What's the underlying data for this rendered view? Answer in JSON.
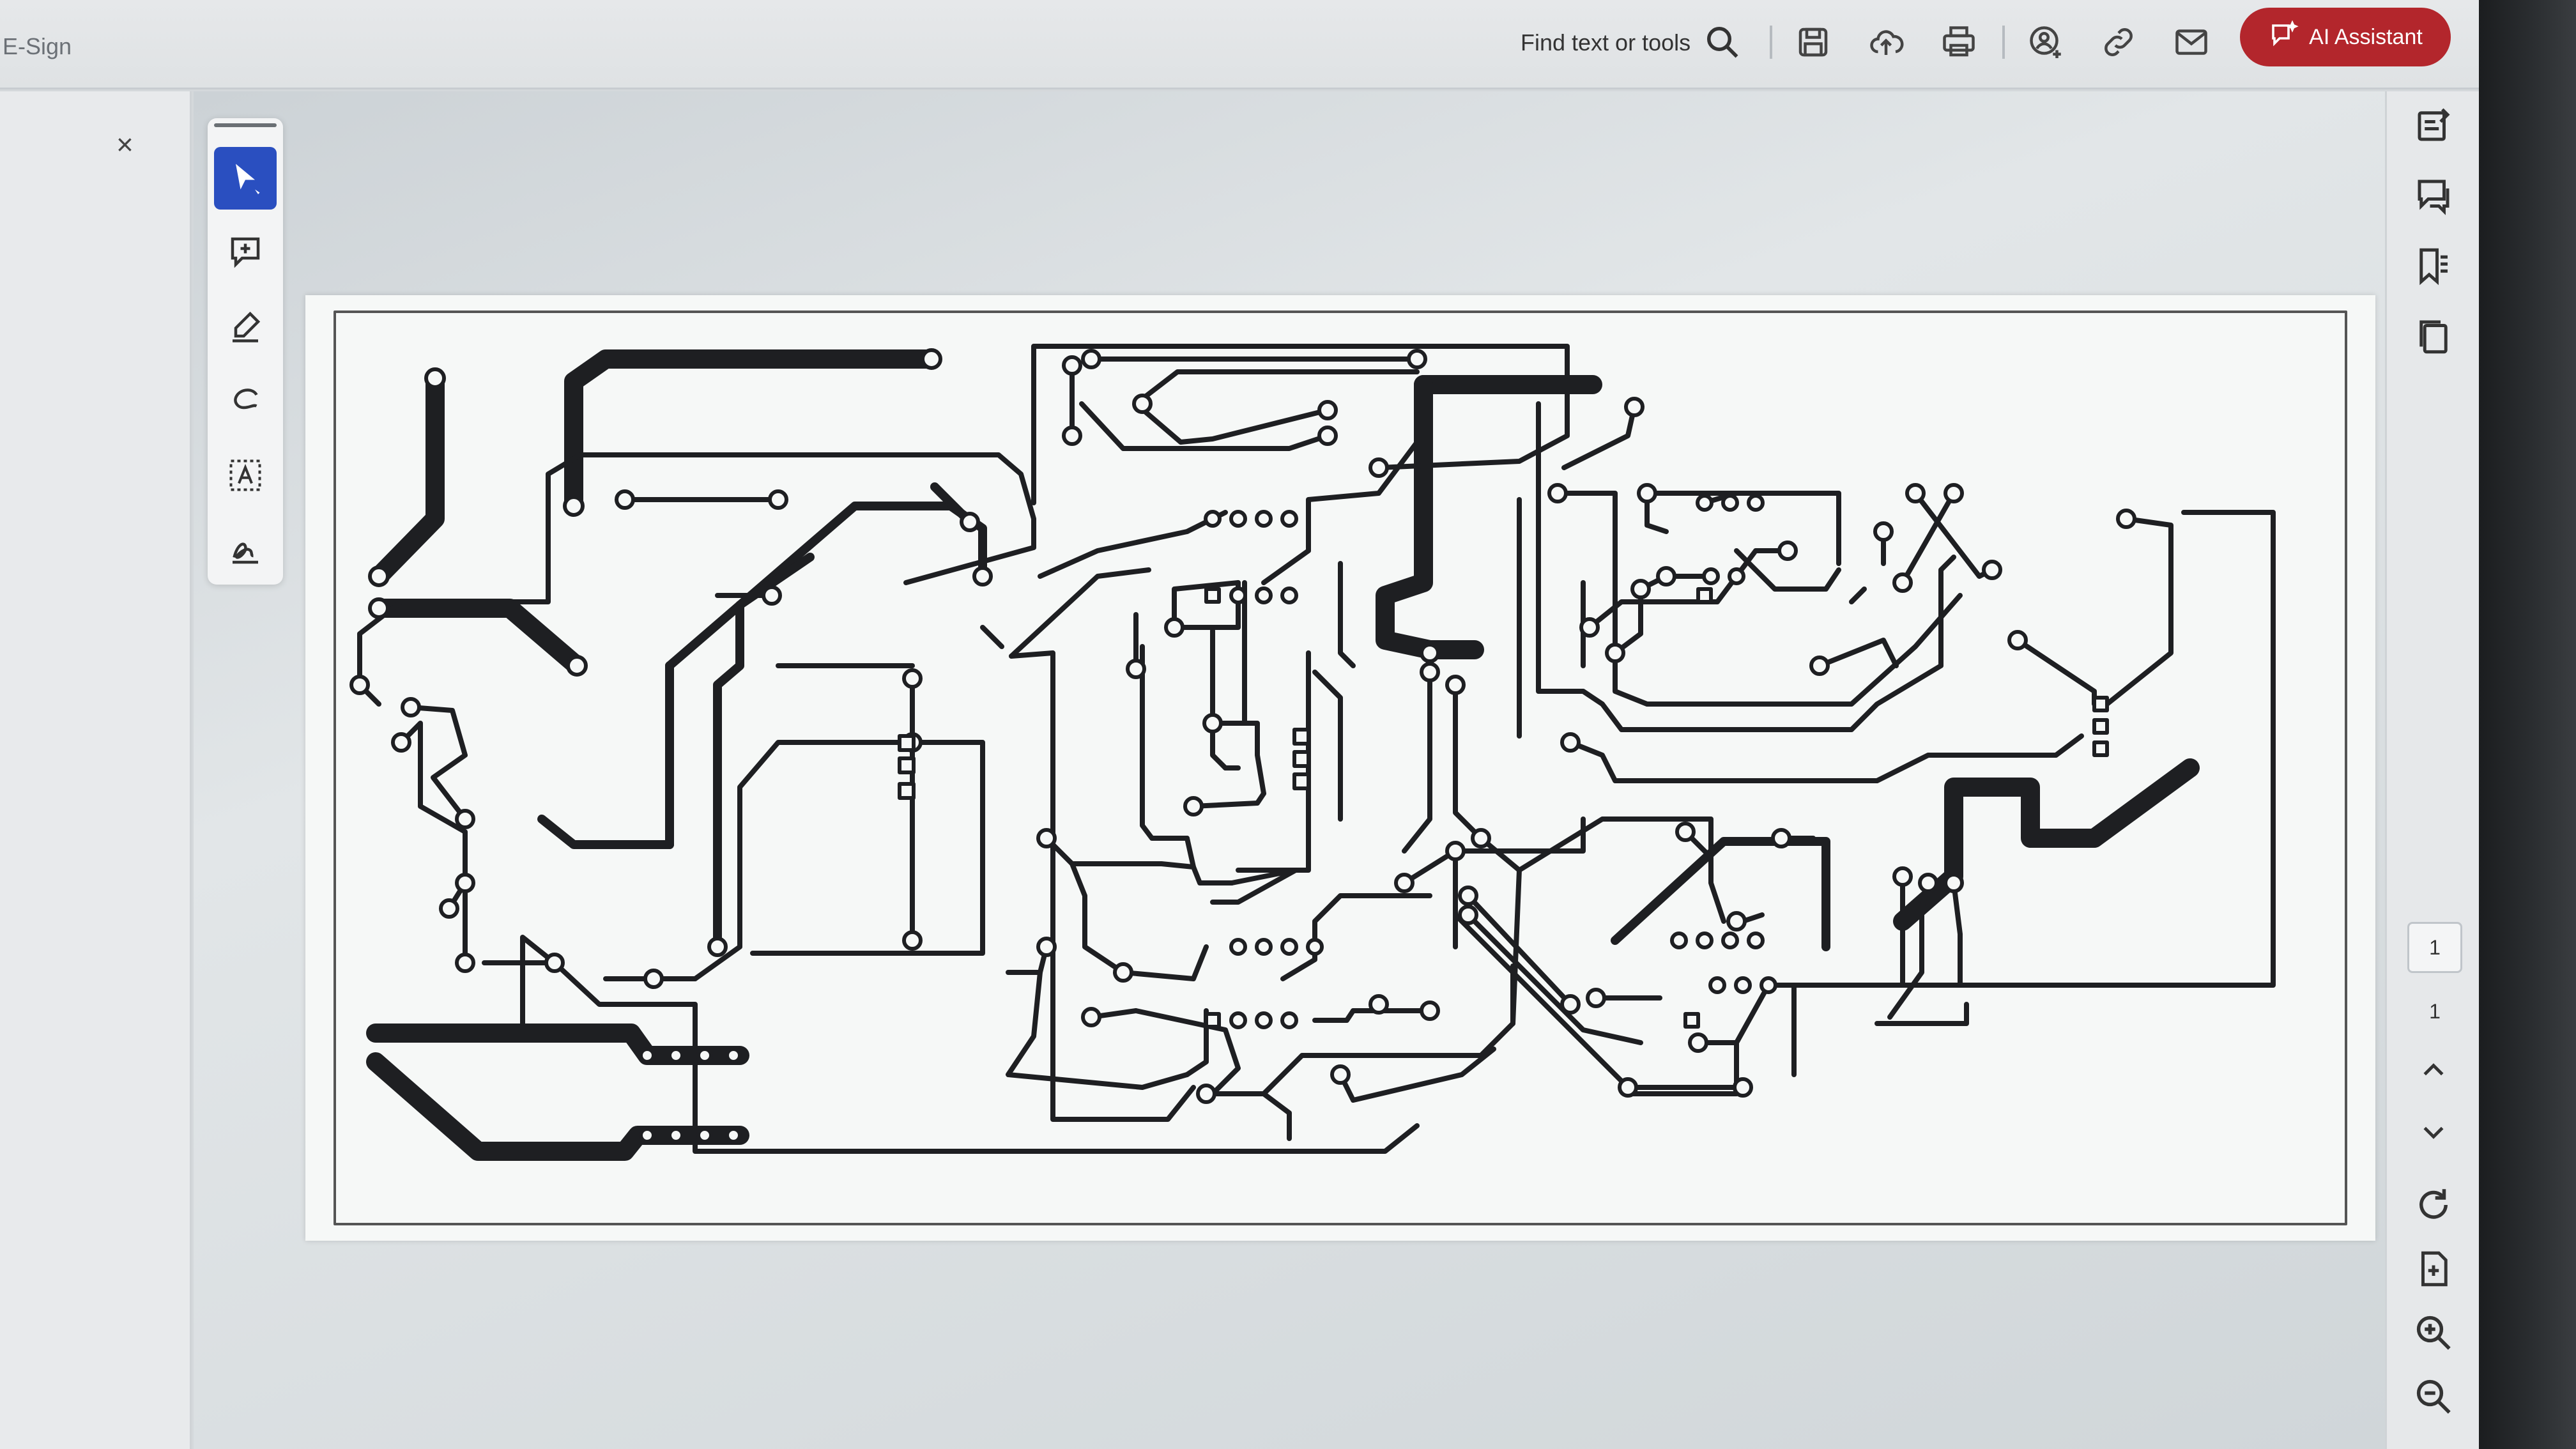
{
  "app": {
    "title": "E-Sign"
  },
  "header": {
    "find_placeholder": "Find text or tools",
    "icons": [
      "search-icon",
      "save-icon",
      "upload-cloud-icon",
      "print-icon",
      "share-user-icon",
      "link-icon",
      "mail-icon"
    ],
    "ai_button_label": "AI Assistant"
  },
  "left_panel": {
    "close_glyph": "×"
  },
  "tools": [
    "select-cursor-icon",
    "add-comment-icon",
    "highlight-pen-icon",
    "freehand-draw-icon",
    "text-box-icon",
    "sign-icon"
  ],
  "rail": {
    "icons": [
      "edit-panel-icon",
      "comments-panel-icon",
      "bookmarks-panel-icon",
      "pages-panel-icon"
    ],
    "page_current": "1",
    "page_total": "1",
    "bottom_icons": [
      "chevron-up-icon",
      "chevron-down-icon",
      "rotate-icon",
      "extract-page-icon",
      "zoom-in-icon",
      "zoom-out-icon"
    ]
  },
  "colors": {
    "accent_blue": "#2a4fc0",
    "ai_red": "#b3262c",
    "trace": "#1e1f22"
  }
}
